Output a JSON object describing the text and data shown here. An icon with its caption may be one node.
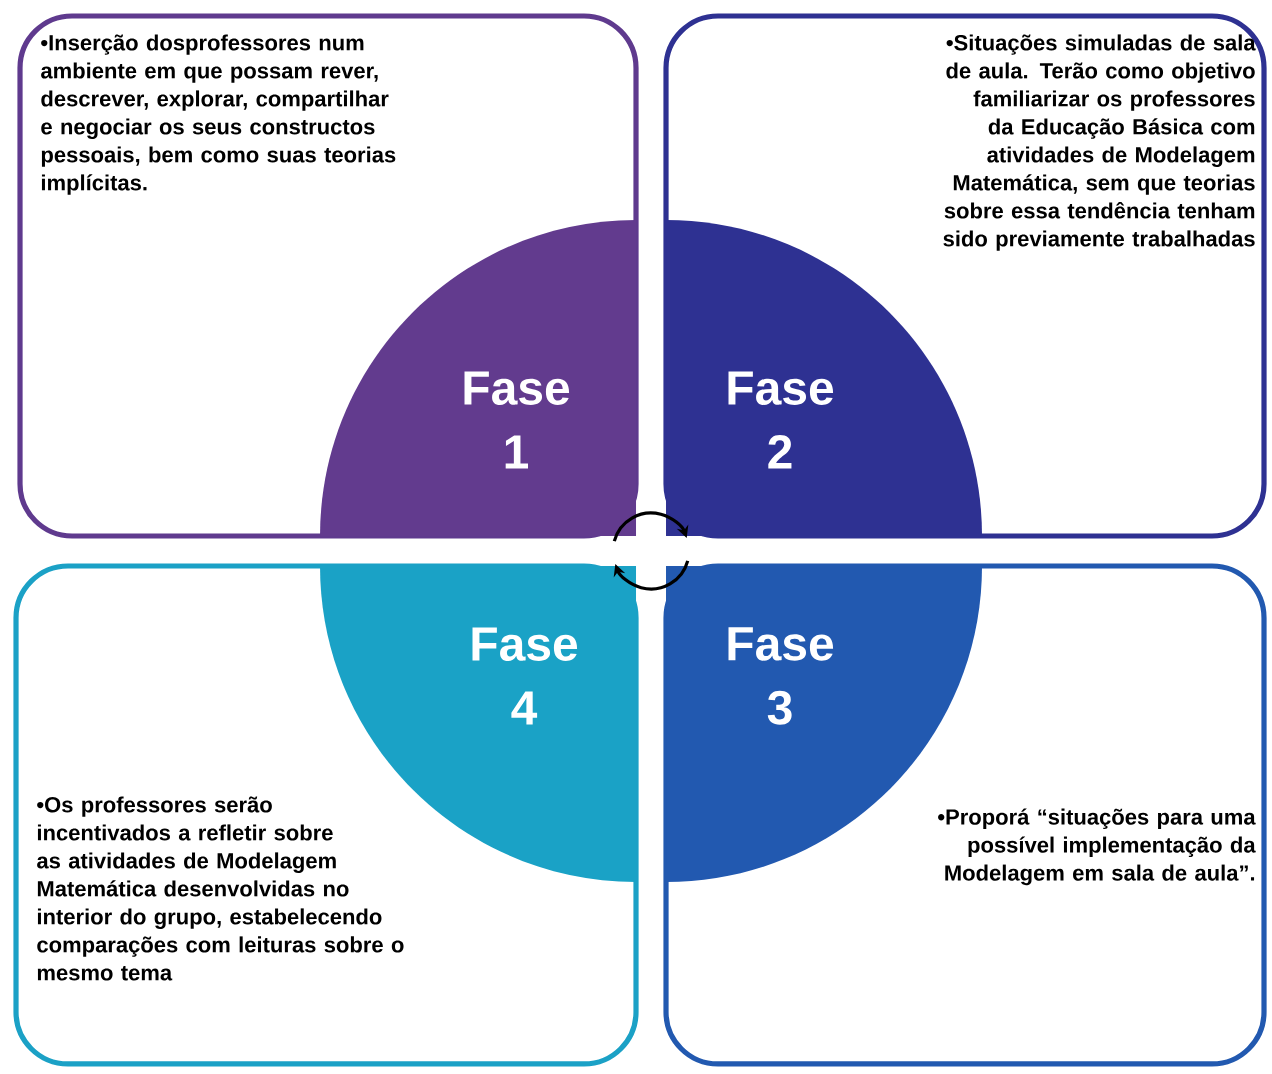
{
  "diagram": {
    "nodes": [
      {
        "text": [
          "•Inserção dosprofessores num ambiente em que possam rever, descrever, explorar, compartilhar e negociar os seus constructos pessoais, bem como suas teorias implícitas."
        ]
      },
      {
        "text": [
          "Fase 1"
        ],
        "in": 0
      },
      {
        "text": [
          "•Situações simuladas de sala de aula. Terão como objetivo familiarizar os professores da Educação Básica com atividades de Modelagem Matemática, sem que teorias sobre essa tendência tenham sido previamente trabalhadas"
        ]
      },
      {
        "text": [
          "Fase 2"
        ],
        "in": 2
      },
      {
        "text": [
          "•Os professores serão incentivados a refletir sobre as atividades de Modelagem Matemática desenvolvidas no interior do grupo, estabelecendo comparações com leituras sobre o mesmo tema"
        ]
      },
      {
        "text": [
          "Fase 4"
        ],
        "in": 4
      },
      {
        "text": [
          "•Proporá “situações para uma possível implementação da Modelagem em sala de aula”."
        ]
      },
      {
        "text": [
          "Fase 3"
        ],
        "in": 6
      }
    ],
    "edges": [
      {
        "from": 1,
        "to": 3,
        "arrow": "to"
      },
      {
        "from": 7,
        "to": 5,
        "arrow": "to"
      }
    ]
  }
}
